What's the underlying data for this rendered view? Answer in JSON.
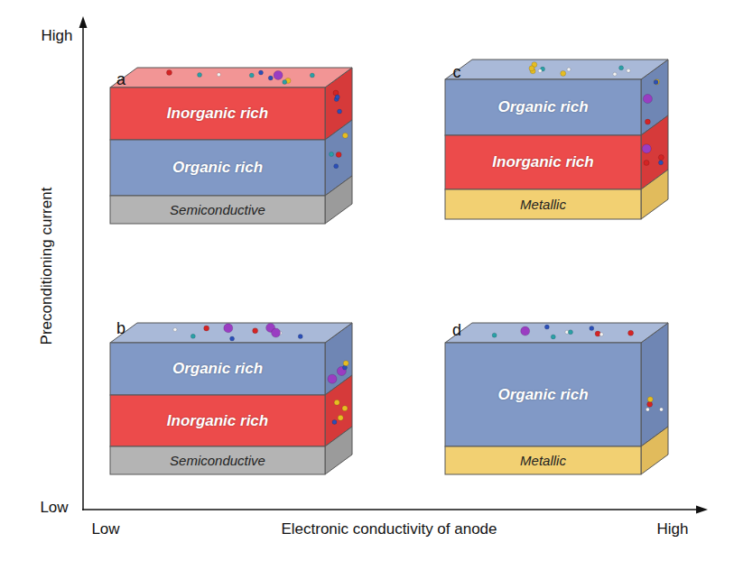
{
  "diagram": {
    "nodes": [
      {
        "text": [
          "Inorganic rich"
        ]
      },
      {
        "text": [
          "Organic rich"
        ]
      },
      {
        "text": [
          "Semiconductive"
        ]
      },
      {
        "text": [
          "Organic rich"
        ]
      },
      {
        "text": [
          "Inorganic rich"
        ]
      },
      {
        "text": [
          "Metallic"
        ]
      },
      {
        "text": [
          "Organic rich"
        ]
      },
      {
        "text": [
          "Inorganic rich"
        ]
      },
      {
        "text": [
          "Semiconductive"
        ]
      },
      {
        "text": [
          "Organic rich"
        ]
      },
      {
        "text": [
          "Metallic"
        ]
      }
    ],
    "labels": [
      "High",
      "Low",
      "Preconditioning current",
      "Low",
      "Electronic conductivity of anode",
      "High",
      "a",
      "c",
      "b",
      "d"
    ]
  }
}
